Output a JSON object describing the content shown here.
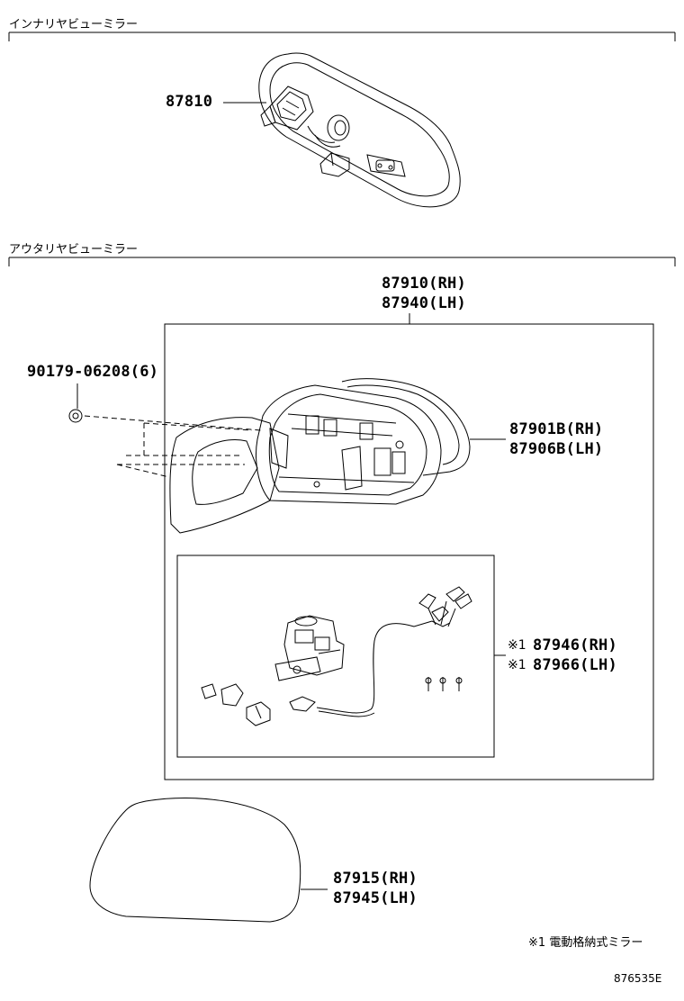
{
  "sections": {
    "inner": {
      "title": "インナリヤビューミラー"
    },
    "outer": {
      "title": "アウタリヤビューミラー"
    }
  },
  "parts": {
    "inner_mirror": {
      "number": "87810"
    },
    "outer_assy": {
      "rh": "87910(RH)",
      "lh": "87940(LH)"
    },
    "screw": {
      "number": "90179-06208(6)"
    },
    "cover": {
      "rh": "87901B(RH)",
      "lh": "87906B(LH)"
    },
    "retractor": {
      "mark": "※1",
      "rh": "87946(RH)",
      "lh": "87966(LH)"
    },
    "mirror_glass": {
      "rh": "87915(RH)",
      "lh": "87945(LH)"
    }
  },
  "footnote": {
    "mark": "※1",
    "text": "電動格納式ミラー"
  },
  "figure_id": "876535E",
  "colors": {
    "line": "#000000",
    "background": "#ffffff"
  }
}
